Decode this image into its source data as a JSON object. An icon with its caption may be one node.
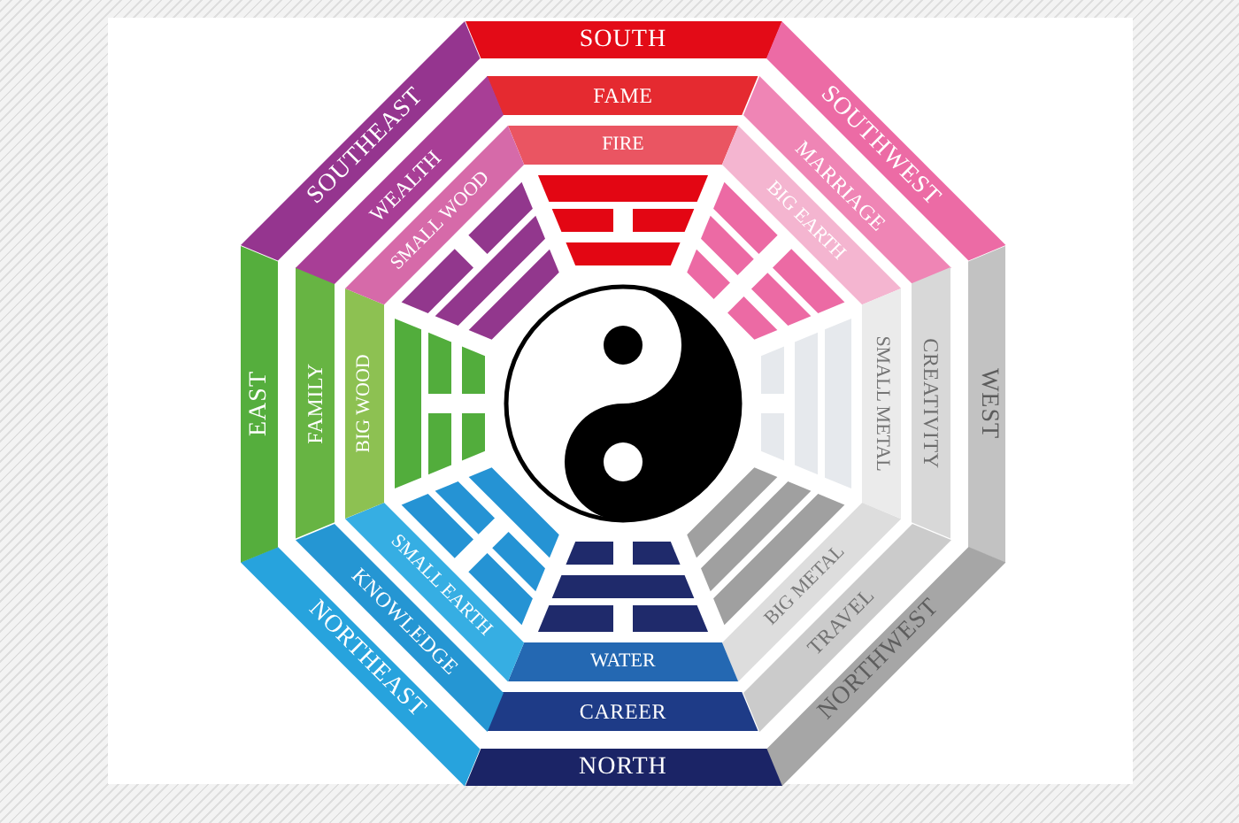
{
  "diagram": {
    "nodes": [
      {
        "text": [
          "SOUTH"
        ]
      },
      {
        "text": [
          "FAME"
        ]
      },
      {
        "text": [
          "FIRE"
        ]
      },
      {
        "text": [
          "SOUTHWEST"
        ]
      },
      {
        "text": [
          "MARRIAGE"
        ]
      },
      {
        "text": [
          "BIG EARTH"
        ]
      },
      {
        "text": [
          "WEST"
        ]
      },
      {
        "text": [
          "CREATIVITY"
        ]
      },
      {
        "text": [
          "SMALL METAL"
        ]
      },
      {
        "text": [
          "NORTHWEST"
        ]
      },
      {
        "text": [
          "TRAVEL"
        ]
      },
      {
        "text": [
          "BIG METAL"
        ]
      },
      {
        "text": [
          "NORTH"
        ]
      },
      {
        "text": [
          "CAREER"
        ]
      },
      {
        "text": [
          "WATER"
        ]
      },
      {
        "text": [
          "NORTHEAST"
        ]
      },
      {
        "text": [
          "KNOWLEDGE"
        ]
      },
      {
        "text": [
          "SMALL EARTH"
        ]
      },
      {
        "text": [
          "EAST"
        ]
      },
      {
        "text": [
          "FAMILY"
        ]
      },
      {
        "text": [
          "BIG WOOD"
        ]
      },
      {
        "text": [
          "SOUTHEAST"
        ]
      },
      {
        "text": [
          "WEALTH"
        ]
      },
      {
        "text": [
          "SMALL WOOD"
        ]
      }
    ]
  }
}
